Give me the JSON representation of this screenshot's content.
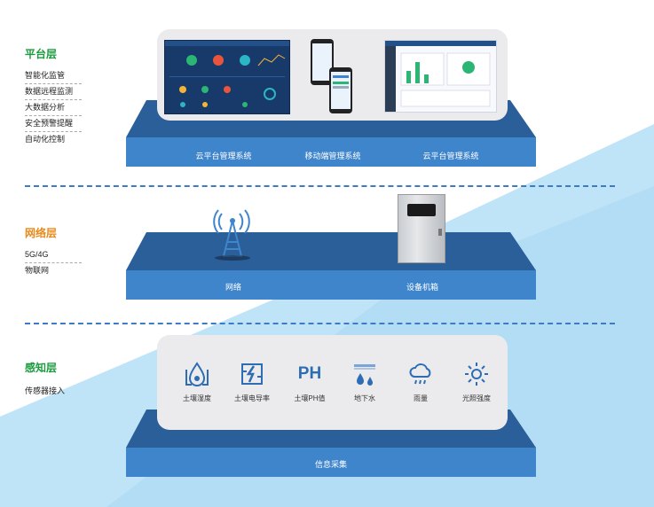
{
  "colors": {
    "green": "#1a9b3d",
    "orange": "#e88a1a",
    "blue_top": "#2a5f9a",
    "blue_front": "#3f85cc",
    "sky": "#bfe3f7"
  },
  "platform_layer": {
    "title": "平台层",
    "items": [
      "智能化监管",
      "数据远程监测",
      "大数据分析",
      "安全预警提醒",
      "自动化控制"
    ],
    "labels": [
      "云平台管理系统",
      "移动端管理系统",
      "云平台管理系统"
    ]
  },
  "network_layer": {
    "title": "网络层",
    "items": [
      "5G/4G",
      "物联网"
    ],
    "labels": [
      "网络",
      "设备机箱"
    ]
  },
  "sensing_layer": {
    "title": "感知层",
    "items": [
      "传感器接入"
    ],
    "label": "信息采集",
    "sensors": [
      {
        "label": "土壤湿度",
        "icon": "soil-moisture-icon"
      },
      {
        "label": "土壤电导率",
        "icon": "soil-conductivity-icon"
      },
      {
        "label": "土壤PH值",
        "icon": "ph-icon",
        "text": "PH"
      },
      {
        "label": "地下水",
        "icon": "groundwater-icon"
      },
      {
        "label": "雨量",
        "icon": "rain-cloud-icon"
      },
      {
        "label": "光照强度",
        "icon": "sun-icon"
      }
    ]
  }
}
